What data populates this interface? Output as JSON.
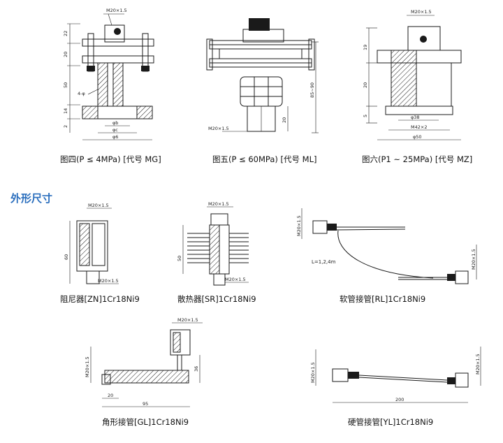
{
  "captions": {
    "fig4": "图四(P ≤ 4MPa) [代号 MG]",
    "fig5": "图五(P ≤ 60MPa) [代号 ML]",
    "fig6": "图六(P1 ~ 25MPa) [代号 MZ]",
    "damper": "阻尼器[ZN]1Cr18Ni9",
    "radiator": "散热器[SR]1Cr18Ni9",
    "soft_tube": "软管接管[RL]1Cr18Ni9",
    "angle_tube": "角形接管[GL]1Cr18Ni9",
    "hard_tube": "硬管接管[YL]1Cr18Ni9"
  },
  "section_title": "外形尺寸",
  "section_title_color": "#2a6ebd",
  "dims": {
    "m20": "M20×1.5",
    "fig4_22": "22",
    "fig4_20": "20",
    "fig4_50": "50",
    "fig4_14": "14",
    "fig4_2": "2",
    "fig4_4phi": "4-φ",
    "fig4_d1": "φb",
    "fig4_d2": "φc",
    "fig4_d3": "φ6",
    "fig5_8590": "85~90",
    "fig5_20": "20",
    "fig6_19": "19",
    "fig6_20": "20",
    "fig6_5": "5",
    "fig6_d38": "φ38",
    "fig6_m42": "M42×2",
    "fig6_d50": "φ50",
    "zn_60": "60",
    "sr_50": "50",
    "rl_len": "L=1,2,4m",
    "gl_36": "36",
    "gl_20": "20",
    "gl_95": "95",
    "yl_200": "200"
  }
}
